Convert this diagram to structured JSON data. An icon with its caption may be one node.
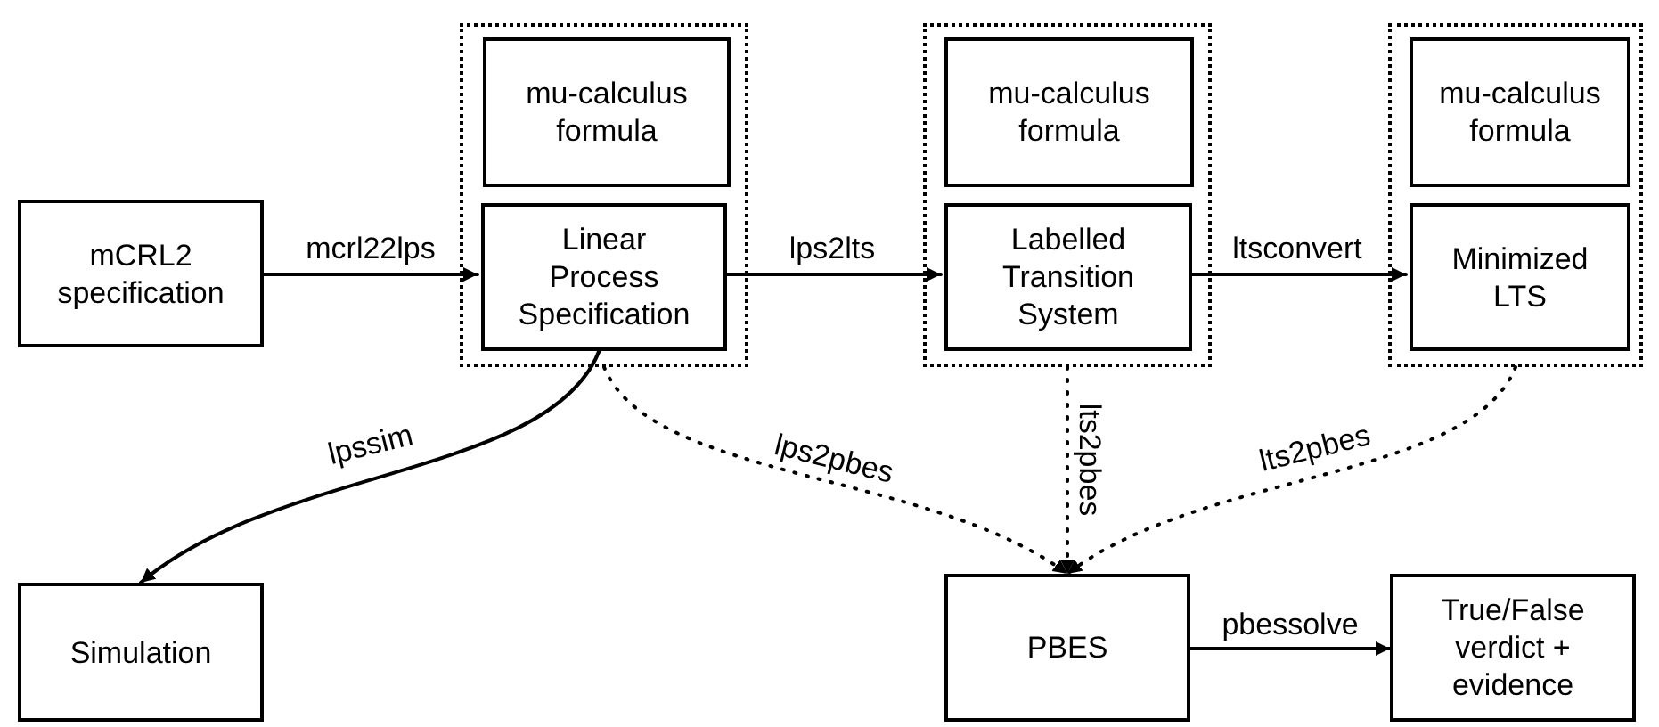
{
  "diagram": {
    "nodes": [
      {
        "text": [
          "mCRL2 specification"
        ]
      },
      {
        "text": [],
        "shape": "box"
      },
      {
        "text": [
          "mu-calculus formula"
        ],
        "in": 1
      },
      {
        "text": [
          "Linear Process Specification"
        ],
        "in": 1
      },
      {
        "text": [],
        "shape": "box"
      },
      {
        "text": [
          "mu-calculus formula"
        ],
        "in": 4
      },
      {
        "text": [
          "Labelled Transition System"
        ],
        "in": 4
      },
      {
        "text": [],
        "shape": "box"
      },
      {
        "text": [
          "mu-calculus formula"
        ],
        "in": 7
      },
      {
        "text": [
          "Minimized LTS"
        ],
        "in": 7
      },
      {
        "text": [
          "Simulation"
        ]
      },
      {
        "text": [
          "PBES"
        ]
      },
      {
        "text": [
          "True/False verdict + evidence"
        ]
      }
    ],
    "edges": [
      {
        "from": 0,
        "to": 3,
        "arrow": "to",
        "label": "mcrl22lps"
      },
      {
        "from": 3,
        "to": 6,
        "arrow": "to",
        "label": "lps2lts"
      },
      {
        "from": 6,
        "to": 9,
        "arrow": "to",
        "label": "ltsconvert"
      },
      {
        "from": 3,
        "to": 10,
        "arrow": "to",
        "label": "lpssim"
      },
      {
        "from": 1,
        "to": 11,
        "arrow": "to",
        "label": "lps2pbes",
        "style": "dashed"
      },
      {
        "from": 4,
        "to": 11,
        "arrow": "to",
        "label": "lts2pbes",
        "style": "dashed"
      },
      {
        "from": 7,
        "to": 11,
        "arrow": "to",
        "label": "lts2pbes",
        "style": "dashed"
      },
      {
        "from": 11,
        "to": 12,
        "arrow": "to",
        "label": "pbessolve"
      }
    ]
  }
}
